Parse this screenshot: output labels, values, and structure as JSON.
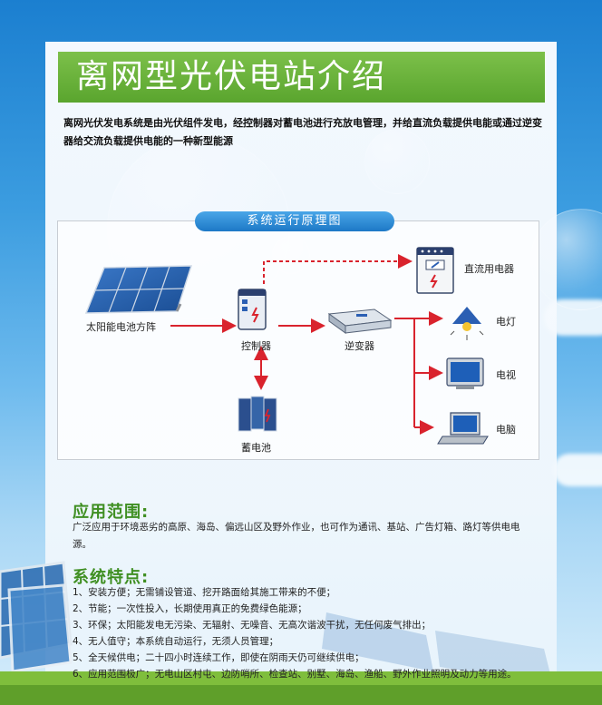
{
  "title": "离网型光伏电站介绍",
  "intro": "离网光伏发电系统是由光伏组件发电，经控制器对蓄电池进行充放电管理，并给直流负载提供电能或通过逆变器给交流负载提供电能的一种新型能源",
  "diagram": {
    "title": "系统运行原理图",
    "labels": {
      "solar_array": "太阳能电池方阵",
      "controller": "控制器",
      "battery": "蓄电池",
      "inverter": "逆变器",
      "dc_appliance": "直流用电器",
      "lamp": "电灯",
      "tv": "电视",
      "computer": "电脑"
    }
  },
  "application": {
    "heading": "应用范围:",
    "text": "广泛应用于环境恶劣的高原、海岛、偏远山区及野外作业，也可作为通讯、基站、广告灯箱、路灯等供电电源。"
  },
  "features": {
    "heading": "系统特点:",
    "items": [
      "1、安装方便；无需铺设管道、挖开路面给其施工带来的不便；",
      "2、节能；一次性投入，长期使用真正的免费绿色能源；",
      "3、环保；太阳能发电无污染、无辐射、无噪音、无高次谐波干扰，无任何废气排出；",
      "4、无人值守；本系统自动运行，无须人员管理；",
      "5、全天候供电；二十四小时连续工作，即使在阴雨天仍可继续供电；",
      "6、应用范围极广；无电山区村屯、边防哨所、检查站、别墅、海岛、渔船、野外作业照明及动力等用途。"
    ]
  },
  "colors": {
    "title_green": "#5aa52e",
    "heading_green": "#3f8f22",
    "arrow_red": "#d9232d",
    "banner_blue": "#1d78c6"
  }
}
